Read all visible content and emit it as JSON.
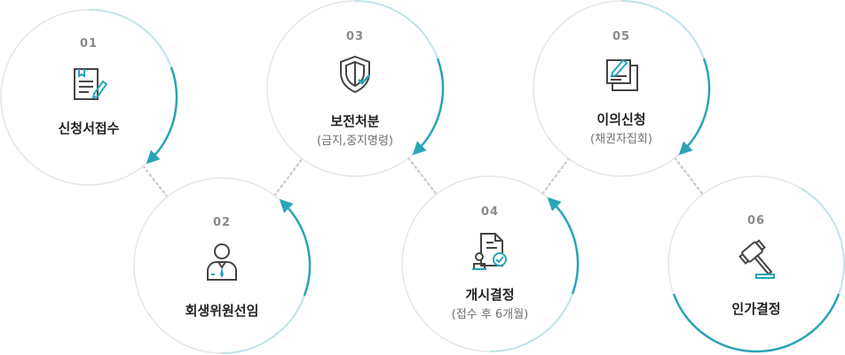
{
  "colors": {
    "accent": "#2aa4b8",
    "accent_light": "#bfe3ea",
    "ring_gray": "#e6e6e6",
    "dot": "#cfcfcf",
    "number": "#8a8a8a",
    "title": "#222222",
    "subtitle": "#6f6f6f"
  },
  "steps": [
    {
      "num": "01",
      "title": "신청서접수",
      "subtitle": "",
      "icon": "document-pen-icon"
    },
    {
      "num": "02",
      "title": "회생위원선임",
      "subtitle": "",
      "icon": "person-icon"
    },
    {
      "num": "03",
      "title": "보전처분",
      "subtitle": "(금지,중지명령)",
      "icon": "shield-check-icon"
    },
    {
      "num": "04",
      "title": "개시결정",
      "subtitle": "(접수 후 6개월)",
      "icon": "document-stamp-icon"
    },
    {
      "num": "05",
      "title": "이의신청",
      "subtitle": "(채권자집회)",
      "icon": "documents-pen-icon"
    },
    {
      "num": "06",
      "title": "인가결정",
      "subtitle": "",
      "icon": "gavel-icon"
    }
  ]
}
